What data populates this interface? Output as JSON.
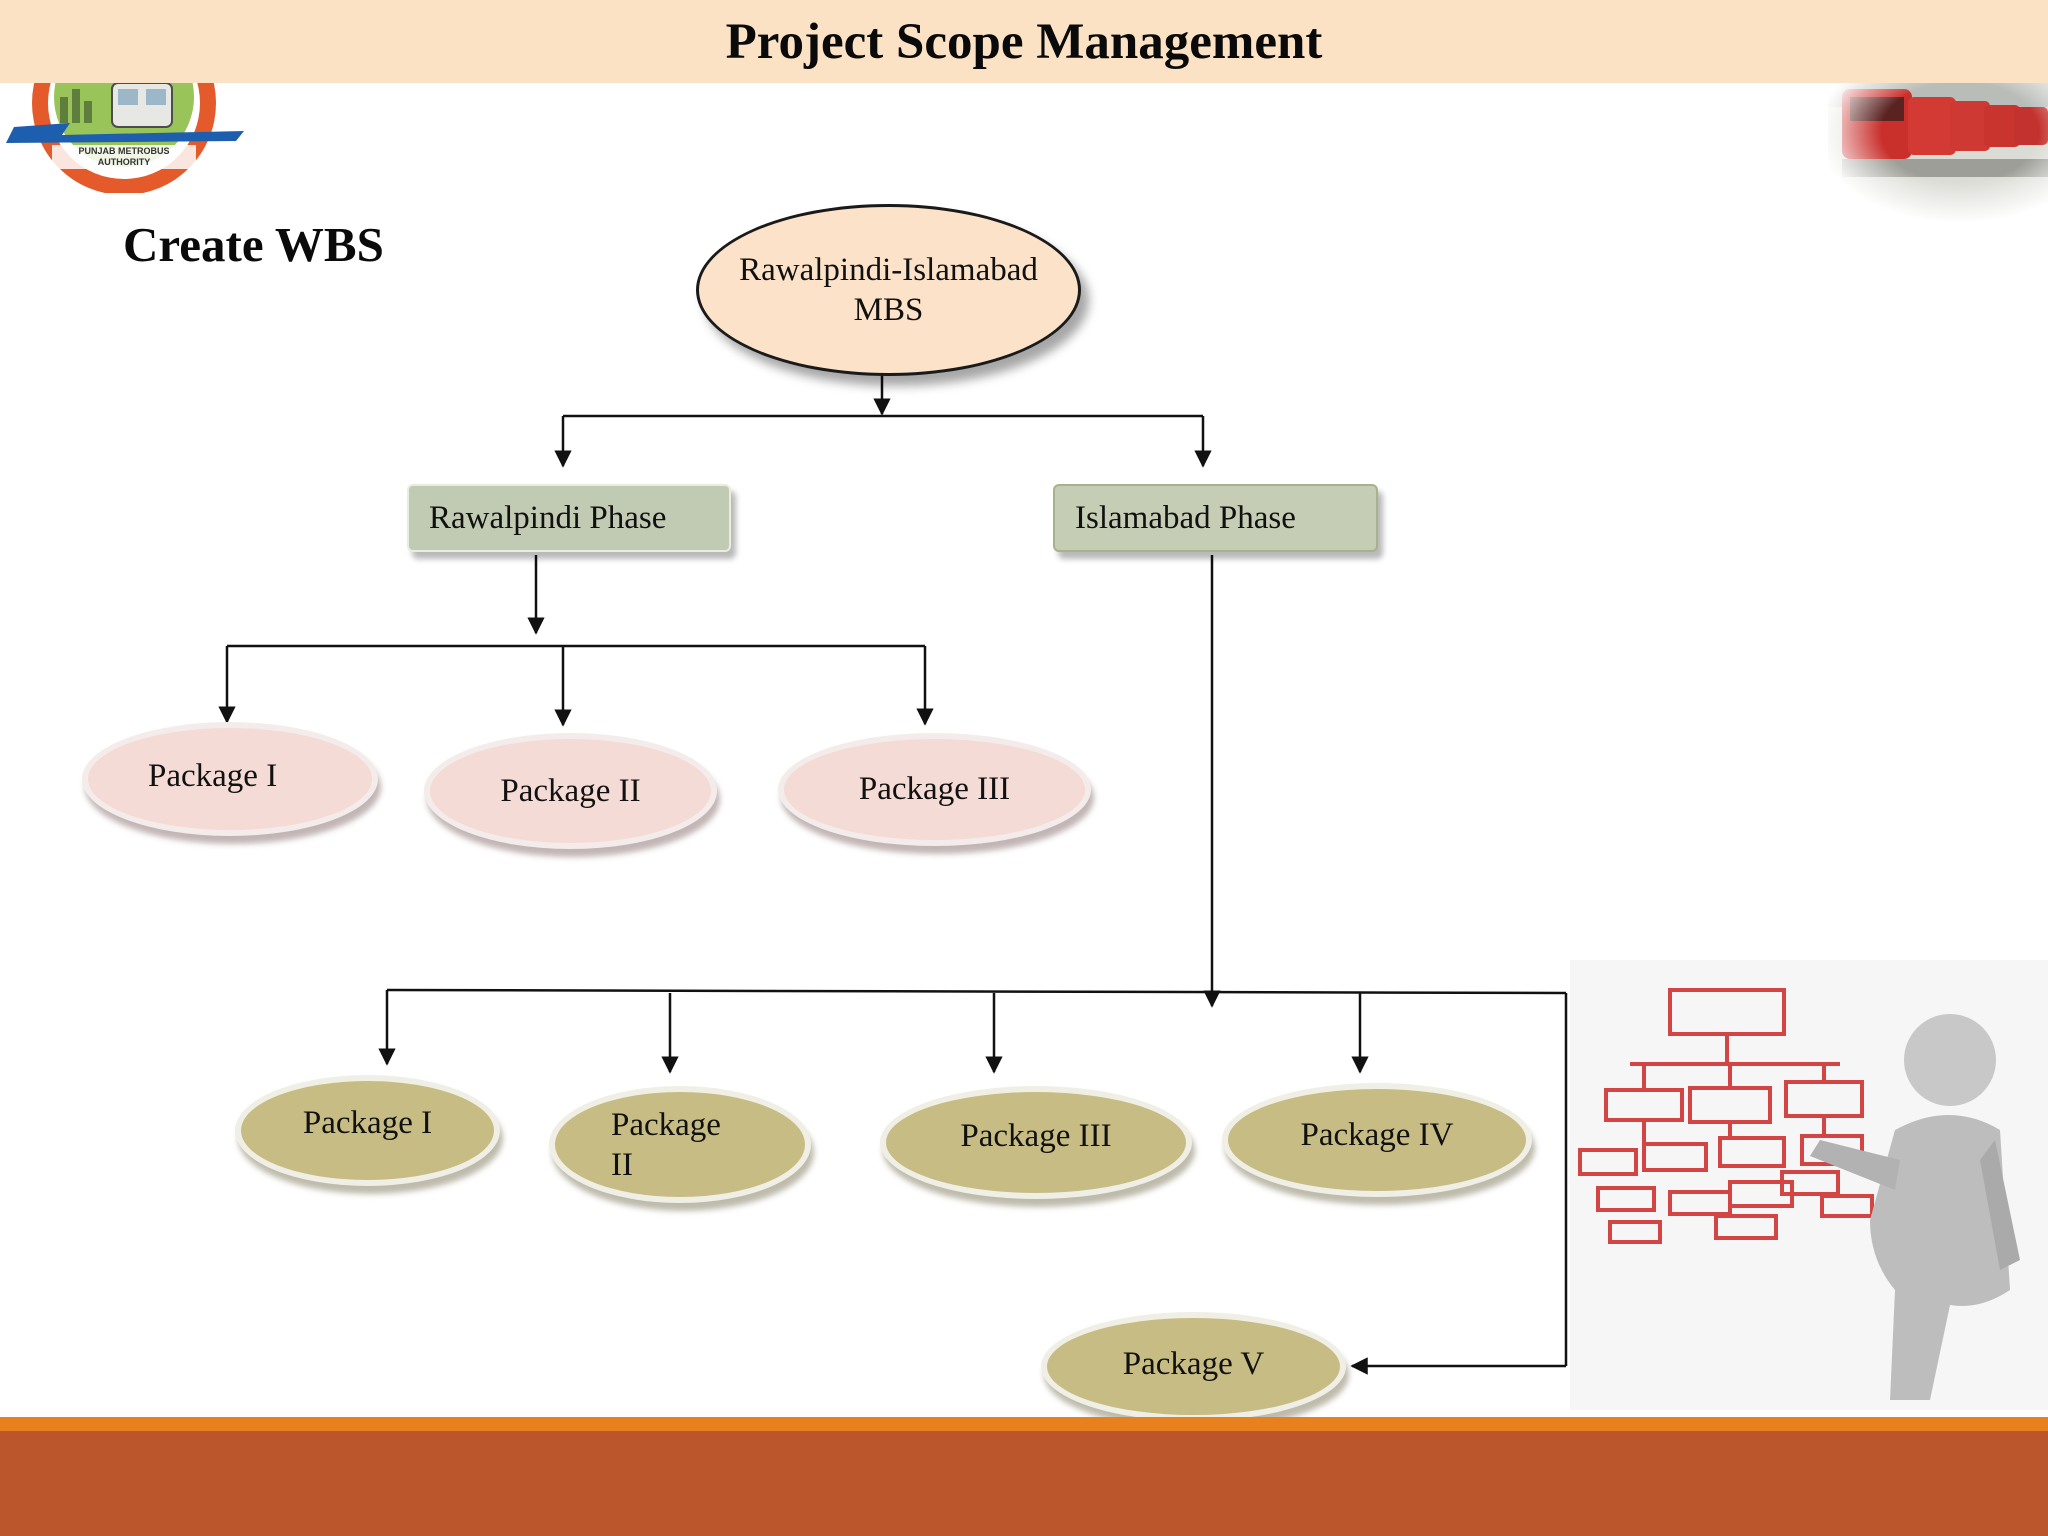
{
  "header": {
    "title": "Project Scope Management"
  },
  "slide": {
    "subtitle": "Create WBS"
  },
  "logo": {
    "text_line1": "PUNJAB METROBUS",
    "text_line2": "AUTHORITY"
  },
  "wbs": {
    "root": "Rawalpindi-Islamabad MBS",
    "phases": {
      "rawalpindi": "Rawalpindi Phase",
      "islamabad": "Islamabad Phase"
    },
    "rawalpindi_packages": [
      "Package I",
      "Package II",
      "Package III"
    ],
    "islamabad_packages": [
      "Package I",
      "Package II",
      "Package III",
      "Package IV",
      "Package V"
    ]
  },
  "colors": {
    "header_band": "#fbe2c4",
    "footer_band": "#bb562c",
    "footer_line": "#e8801e",
    "root_fill": "#fbe2c8",
    "phase_fill": "#c1cab2",
    "pink_package": "#f4dbd5",
    "olive_package": "#c6bc84"
  }
}
